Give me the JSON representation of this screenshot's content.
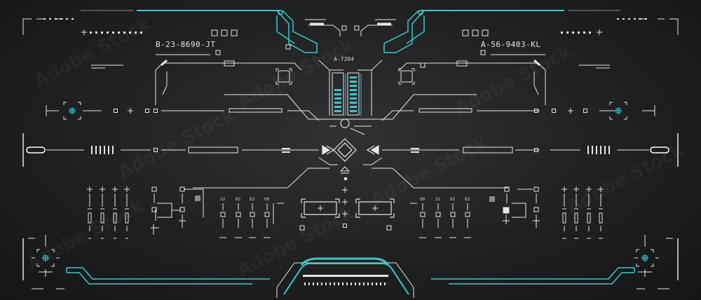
{
  "labels": {
    "left_code": "B-23-8690-JT",
    "right_code": "A-56-9403-KL",
    "center_code": "A-7394"
  },
  "readouts": {
    "left": [
      "32",
      "65",
      "83",
      "00"
    ],
    "right": [
      "00",
      "32",
      "65",
      "83"
    ]
  },
  "watermark": "Adobe Stock",
  "colors": {
    "background": "#1f2022",
    "line": "#e6e6e6",
    "accent": "#3fc6c9",
    "dim": "#8a8a8a"
  }
}
